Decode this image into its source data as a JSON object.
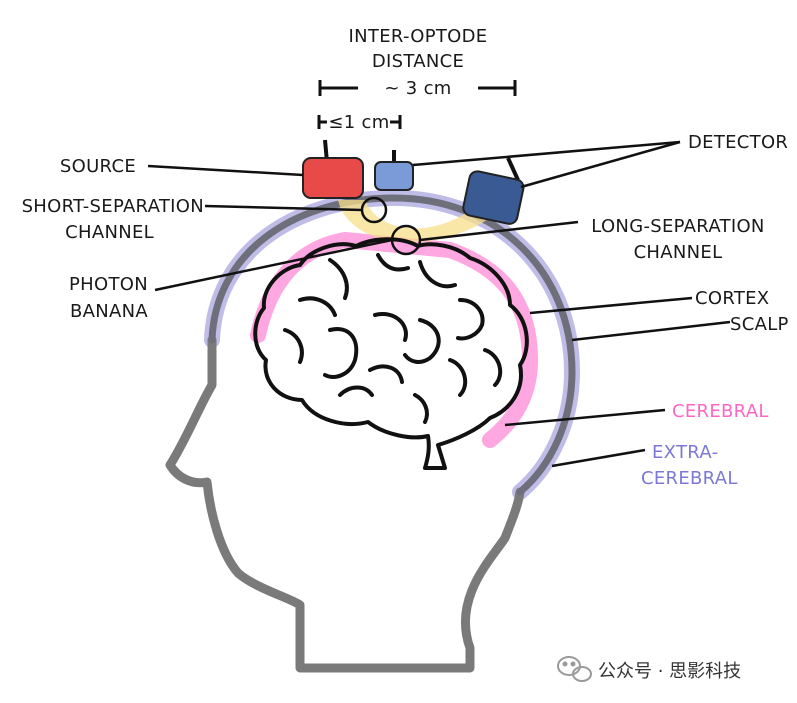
{
  "labels": {
    "inter_optode_line1": "INTER-OPTODE",
    "inter_optode_line2": "DISTANCE",
    "inter_optode_value": "~ 3 cm",
    "short_distance_value": "≤1 cm",
    "source": "SOURCE",
    "detector": "DETECTOR",
    "short_sep_line1": "SHORT-SEPARATION",
    "short_sep_line2": "CHANNEL",
    "long_sep_line1": "LONG-SEPARATION",
    "long_sep_line2": "CHANNEL",
    "photon_line1": "PHOTON",
    "photon_line2": "BANANA",
    "cortex": "CORTEX",
    "scalp": "SCALP",
    "cerebral": "CEREBRAL",
    "extra_line1": "EXTRA-",
    "extra_line2": "CEREBRAL"
  },
  "watermark": {
    "text": "公众号 · 思影科技"
  },
  "colors": {
    "source": "#e84a4a",
    "short_detector": "#7a9bd8",
    "long_detector": "#3a5a94",
    "head_outline": "#7a7a7a",
    "scalp_band": "#b8b6e6",
    "cortex_band": "#ff8ad6",
    "photon_path": "#f7df8a",
    "cerebral_text": "#ff66c4",
    "extra_cerebral_text": "#7b78d6"
  }
}
